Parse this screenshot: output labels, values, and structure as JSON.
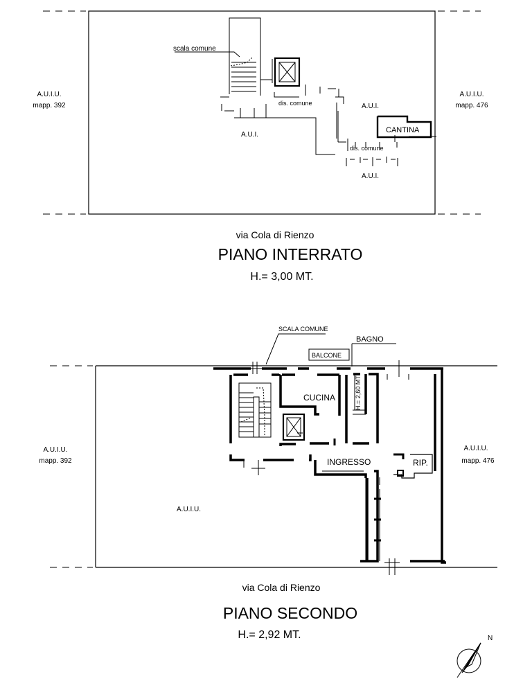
{
  "basement": {
    "left_neighbor": [
      "A.U.I.U.",
      "mapp. 392"
    ],
    "right_neighbor": [
      "A.U.I.U.",
      "mapp. 476"
    ],
    "labels": {
      "scala_comune": "scala comune",
      "dis_comune_1": "dis. comune",
      "aui_1": "A.U.I.",
      "aui_2": "A.U.I.",
      "aui_3": "A.U.I.",
      "cantina": "CANTINA",
      "dis_comune_2": "dis. comune"
    },
    "street": "via Cola di Rienzo",
    "title": "PIANO INTERRATO",
    "height": "H.= 3,00 MT."
  },
  "second_floor": {
    "left_neighbor": [
      "A.U.I.U.",
      "mapp. 392"
    ],
    "right_neighbor": [
      "A.U.I.U.",
      "mapp. 476"
    ],
    "labels": {
      "scala_comune": "SCALA COMUNE",
      "bagno": "BAGNO",
      "balcone": "BALCONE",
      "cucina": "CUCINA",
      "height_note": "H.= 2,60 MT",
      "ingresso": "INGRESSO",
      "rip": "RIP.",
      "auiu": "A.U.I.U."
    },
    "street": "via Cola di Rienzo",
    "title": "PIANO SECONDO",
    "height": "H.= 2,92 MT."
  },
  "north": "N"
}
